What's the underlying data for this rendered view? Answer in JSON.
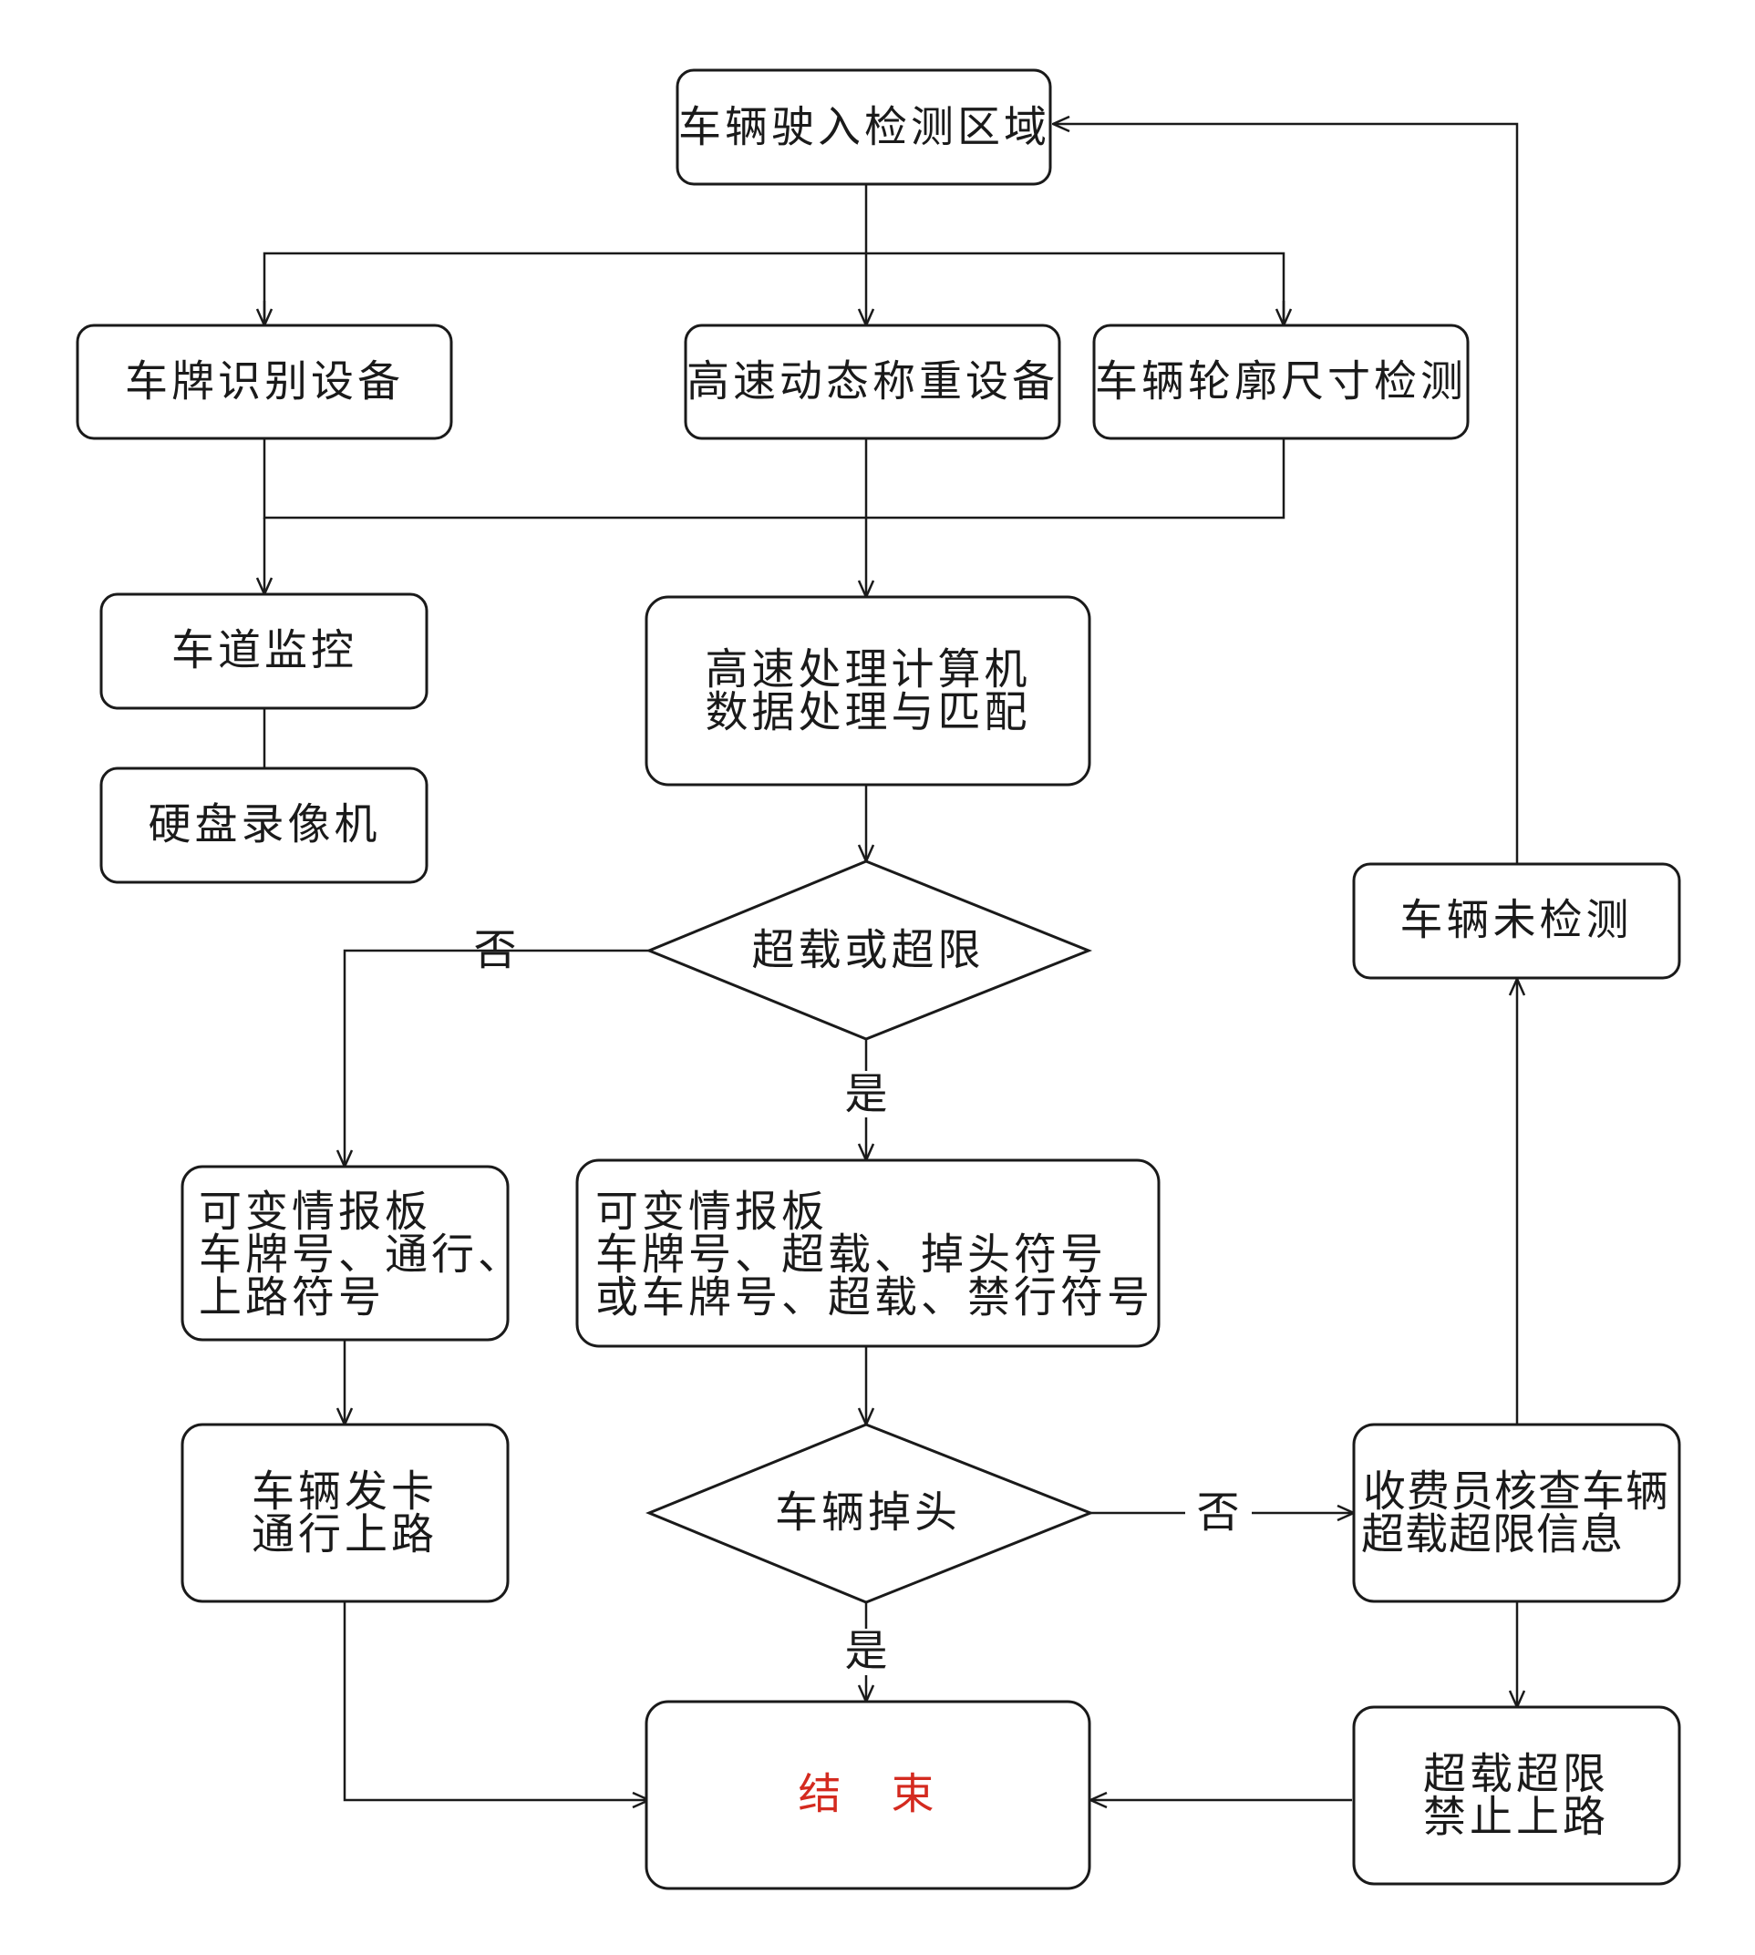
{
  "nodes": {
    "enter": [
      "车辆驶入检测区域"
    ],
    "plate": [
      "车牌识别设备"
    ],
    "wim": [
      "高速动态称重设备"
    ],
    "contour": [
      "车辆轮廓尺寸检测"
    ],
    "lane_monitor": [
      "车道监控"
    ],
    "nvr": [
      "硬盘录像机"
    ],
    "computer": [
      "高速处理计算机",
      "数据处理与匹配"
    ],
    "overload_decision": [
      "超载或超限"
    ],
    "vms_pass": [
      "可变情报板",
      "车牌号、通行、",
      "上路符号"
    ],
    "vms_overload": [
      "可变情报板",
      "车牌号、超载、掉头符号",
      "或车牌号、超载、禁行符号"
    ],
    "issue_card": [
      "车辆发卡",
      "通行上路"
    ],
    "uturn_decision": [
      "车辆掉头"
    ],
    "cashier_check": [
      "收费员核查车辆",
      "超载超限信息"
    ],
    "not_detected": [
      "车辆未检测"
    ],
    "forbid": [
      "超载超限",
      "禁止上路"
    ],
    "end": [
      "结　束"
    ]
  },
  "edge_labels": {
    "no_1": "否",
    "yes_1": "是",
    "no_2": "否",
    "yes_2": "是"
  },
  "colors": {
    "stroke": "#1a1a1a",
    "text": "#1a1a1a",
    "end_text": "#d42a1f",
    "background": "#ffffff"
  }
}
